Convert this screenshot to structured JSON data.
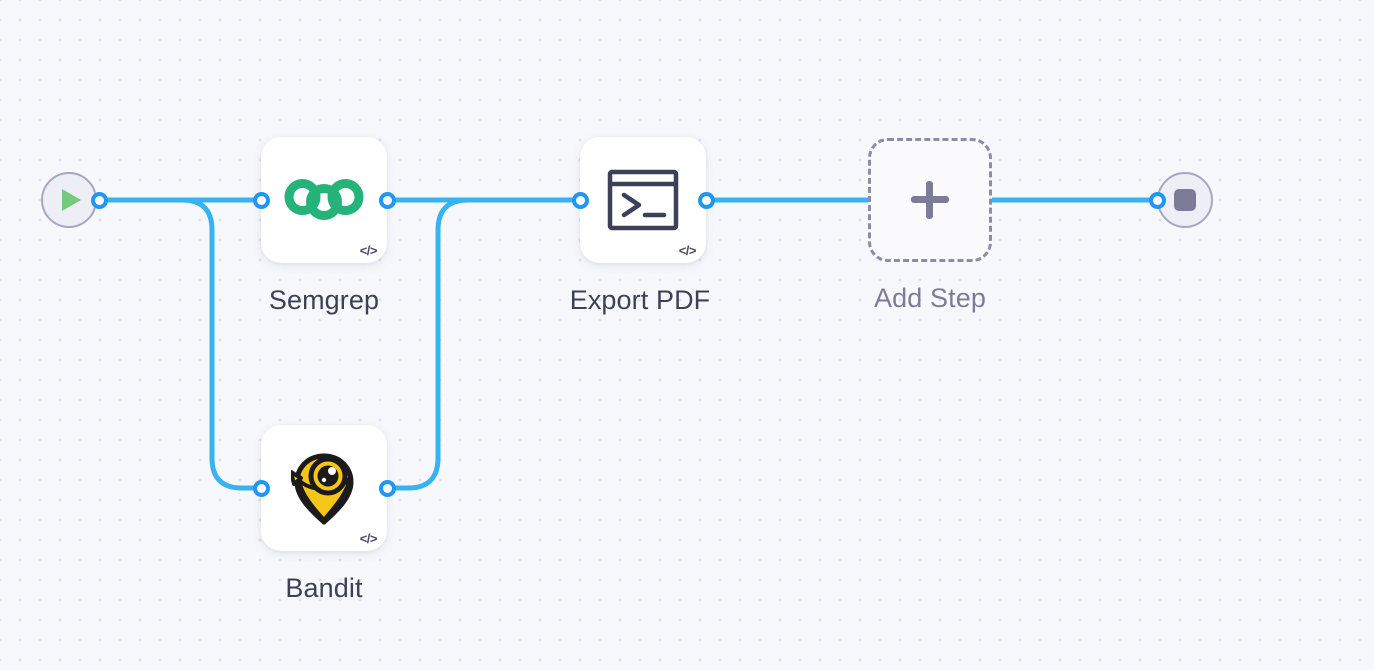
{
  "canvas": {
    "background_color": "#f7f8fc",
    "dot_color": "#dfe0ec",
    "edge_color": "#36b3f0",
    "port_color": "#2196f3"
  },
  "start_node": {
    "name": "Start",
    "icon": "play-icon",
    "icon_color": "#74cb7e"
  },
  "stop_node": {
    "name": "Stop",
    "icon": "stop-icon",
    "icon_color": "#7c7c99"
  },
  "steps": [
    {
      "id": "semgrep",
      "label": "Semgrep",
      "icon": "semgrep-logo-icon",
      "icon_color": "#26b37a",
      "badge": "</>",
      "muted": false
    },
    {
      "id": "bandit",
      "label": "Bandit",
      "icon": "bandit-logo-icon",
      "icon_color": "#f5c518",
      "badge": "</>",
      "muted": false
    },
    {
      "id": "export-pdf",
      "label": "Export PDF",
      "icon": "terminal-icon",
      "icon_color": "#3d4158",
      "badge": "</>",
      "muted": false
    },
    {
      "id": "add-step",
      "label": "Add Step",
      "icon": "plus-icon",
      "icon_color": "#7c7c99",
      "badge": "",
      "muted": true
    }
  ]
}
